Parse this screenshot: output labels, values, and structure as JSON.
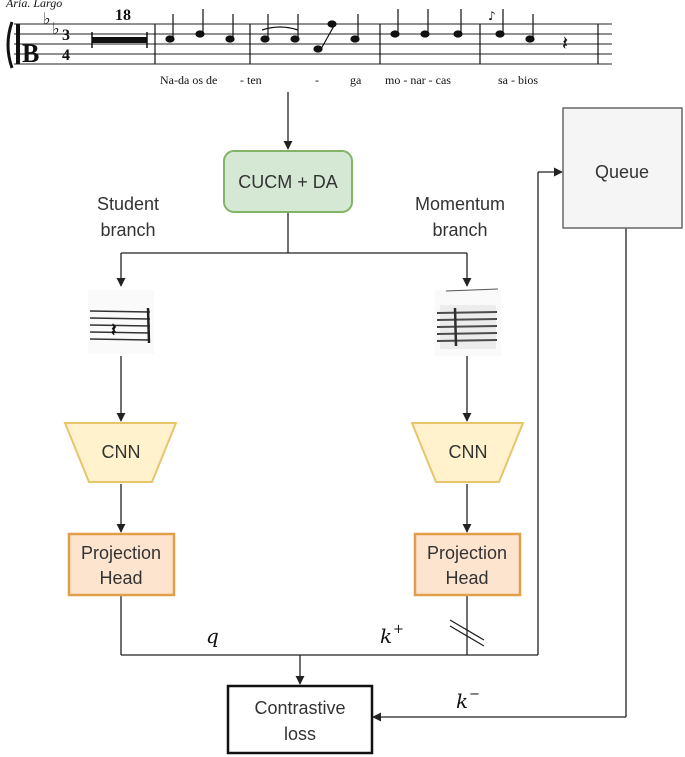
{
  "score": {
    "tempo_marking": "Aria. Largo",
    "measure_number": "18",
    "time_signature_top": "3",
    "time_signature_bottom": "4",
    "lyrics": [
      "Na-da os de",
      "- ten",
      "-",
      "ga",
      "mo - nar - cas",
      "sa - bios"
    ]
  },
  "nodes": {
    "augmentation": "CUCM + DA",
    "queue": "Queue",
    "student_branch_line1": "Student",
    "student_branch_line2": "branch",
    "momentum_branch_line1": "Momentum",
    "momentum_branch_line2": "branch",
    "cnn_left": "CNN",
    "cnn_right": "CNN",
    "proj_left_line1": "Projection",
    "proj_left_line2": "Head",
    "proj_right_line1": "Projection",
    "proj_right_line2": "Head",
    "loss_line1": "Contrastive",
    "loss_line2": "loss"
  },
  "math_labels": {
    "q": "q",
    "k_pos": "k",
    "k_pos_sup": "+",
    "k_neg": "k",
    "k_neg_sup": "−"
  },
  "colors": {
    "augmentation_fill": "#d5e8d4",
    "augmentation_stroke": "#82b366",
    "cnn_fill": "#fff2cc",
    "cnn_stroke": "#e8c56a",
    "proj_fill": "#fde4cf",
    "proj_stroke": "#e0a04a",
    "queue_fill": "#f5f5f5",
    "queue_stroke": "#666666"
  }
}
